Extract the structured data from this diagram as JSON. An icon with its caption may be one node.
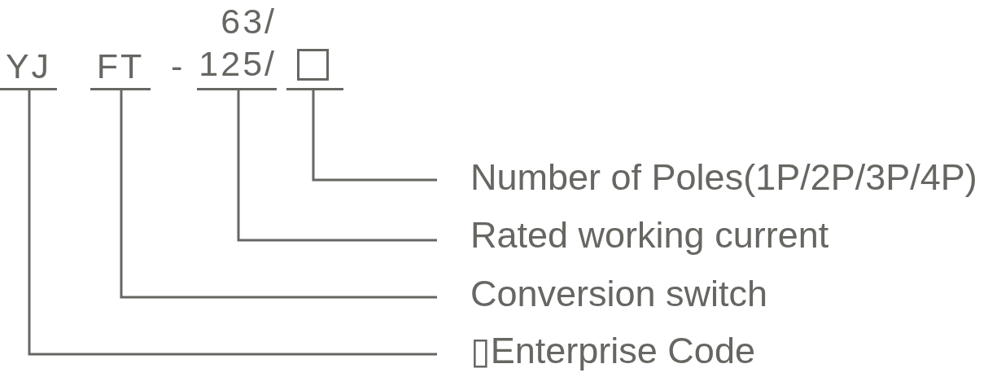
{
  "diagram": {
    "nodes": [
      {
        "text": [
          "YJ"
        ]
      },
      {
        "text": [
          "FT"
        ]
      },
      {
        "text": [
          "63/ 125/"
        ]
      },
      {
        "text": [],
        "shape": "box"
      },
      {
        "text": [
          "Number of Poles(1P/2P/3P/4P)"
        ]
      },
      {
        "text": [
          "Rated working current"
        ]
      },
      {
        "text": [
          "Conversion switch"
        ]
      },
      {
        "text": [
          "▯Enterprise Code"
        ]
      }
    ],
    "edges": [
      {
        "from": 3,
        "to": 4,
        "arrow": "none"
      },
      {
        "from": 2,
        "to": 5,
        "arrow": "none"
      },
      {
        "from": 1,
        "to": 6,
        "arrow": "none"
      },
      {
        "from": 0,
        "to": 7,
        "arrow": "none"
      }
    ],
    "labels": [
      "-"
    ]
  }
}
